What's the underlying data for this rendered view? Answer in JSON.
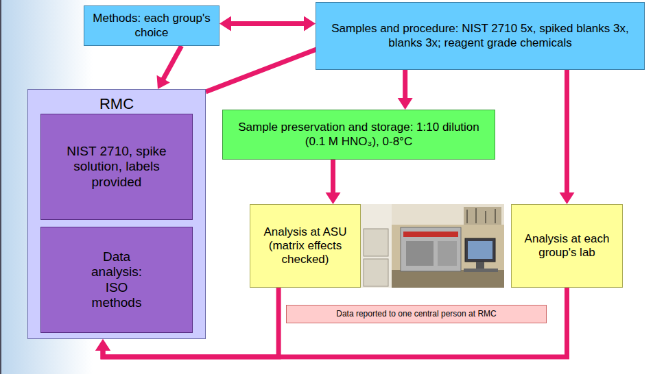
{
  "diagram": {
    "nodes": [
      {
        "text": [
          "Methods: each group's choice"
        ]
      },
      {
        "text": [
          "Samples and procedure: NIST 2710 5x, spiked blanks 3x, blanks 3x; reagent grade chemicals"
        ]
      },
      {
        "text": [
          "RMC"
        ]
      },
      {
        "text": [
          "NIST 2710, spike solution, labels provided"
        ],
        "in": 2
      },
      {
        "text": [
          "Data analysis: ISO methods"
        ],
        "in": 2
      },
      {
        "text": [
          "Sample preservation and storage: 1:10 dilution (0.1 M HNO₃), 0-8°C"
        ]
      },
      {
        "text": [
          "Analysis at ASU (matrix effects checked)"
        ]
      },
      {
        "text": [
          "Analysis at each group's lab"
        ]
      },
      {
        "text": [
          "Data reported to one central person at RMC"
        ]
      }
    ],
    "edges": [
      {
        "from": 0,
        "to": 1,
        "arrow": "both"
      },
      {
        "from": 0,
        "to": 2,
        "arrow": "to"
      },
      {
        "from": 2,
        "to": 1,
        "arrow": "to"
      },
      {
        "from": 1,
        "to": 5,
        "arrow": "to"
      },
      {
        "from": 1,
        "to": 7,
        "arrow": "to"
      },
      {
        "from": 5,
        "to": 6,
        "arrow": "to"
      },
      {
        "from": 6,
        "to": 2,
        "arrow": "to"
      },
      {
        "from": 7,
        "to": 2,
        "arrow": "to"
      }
    ]
  }
}
